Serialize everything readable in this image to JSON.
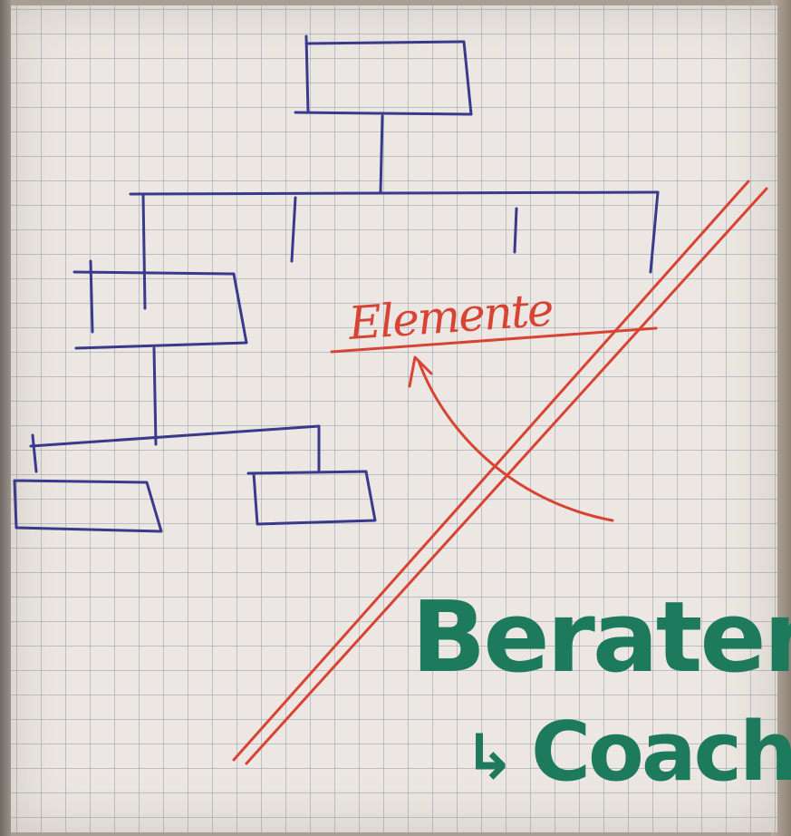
{
  "photo": {
    "subject": "flipchart-sketch",
    "annotations": {
      "red_word": "Elemente",
      "green_word": "BeraterIn",
      "green_sub": "Coach",
      "arrow_symbol": "↳"
    },
    "colors": {
      "org_chart_ink": "#3a3a8c",
      "red_marker": "#d84434",
      "green_marker": "#1e7a5c",
      "paper": "#ece7e2"
    }
  }
}
